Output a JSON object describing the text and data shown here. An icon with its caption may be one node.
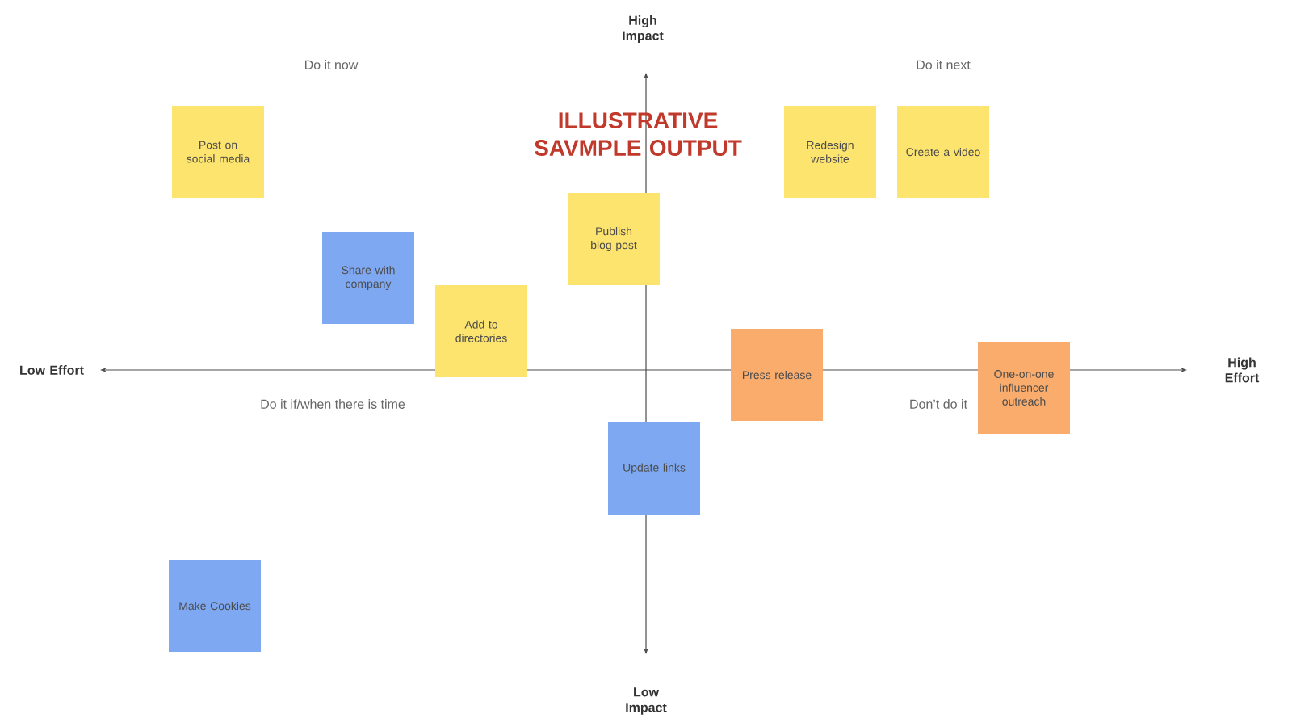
{
  "diagram": {
    "nodes": [
      {
        "text": [
          "Post on social media"
        ]
      },
      {
        "text": [
          "Redesign website"
        ]
      },
      {
        "text": [
          "Create a video"
        ]
      },
      {
        "text": [
          "Publish blog post"
        ]
      },
      {
        "text": [
          "Share with company"
        ]
      },
      {
        "text": [
          "Add to directories"
        ]
      },
      {
        "text": [
          "Press release"
        ]
      },
      {
        "text": [
          "One-on-one influencer outreach"
        ]
      },
      {
        "text": [
          "Update links"
        ]
      },
      {
        "text": [
          "Make Cookies"
        ]
      }
    ],
    "labels": [
      "High Impact",
      "Do it now",
      "Do it next",
      "ILLUSTRATIVE SAVMPLE OUTPUT",
      "Low Effort",
      "High Effort",
      "Do it if/when there is time",
      "Don’t do it",
      "Low Impact"
    ]
  }
}
